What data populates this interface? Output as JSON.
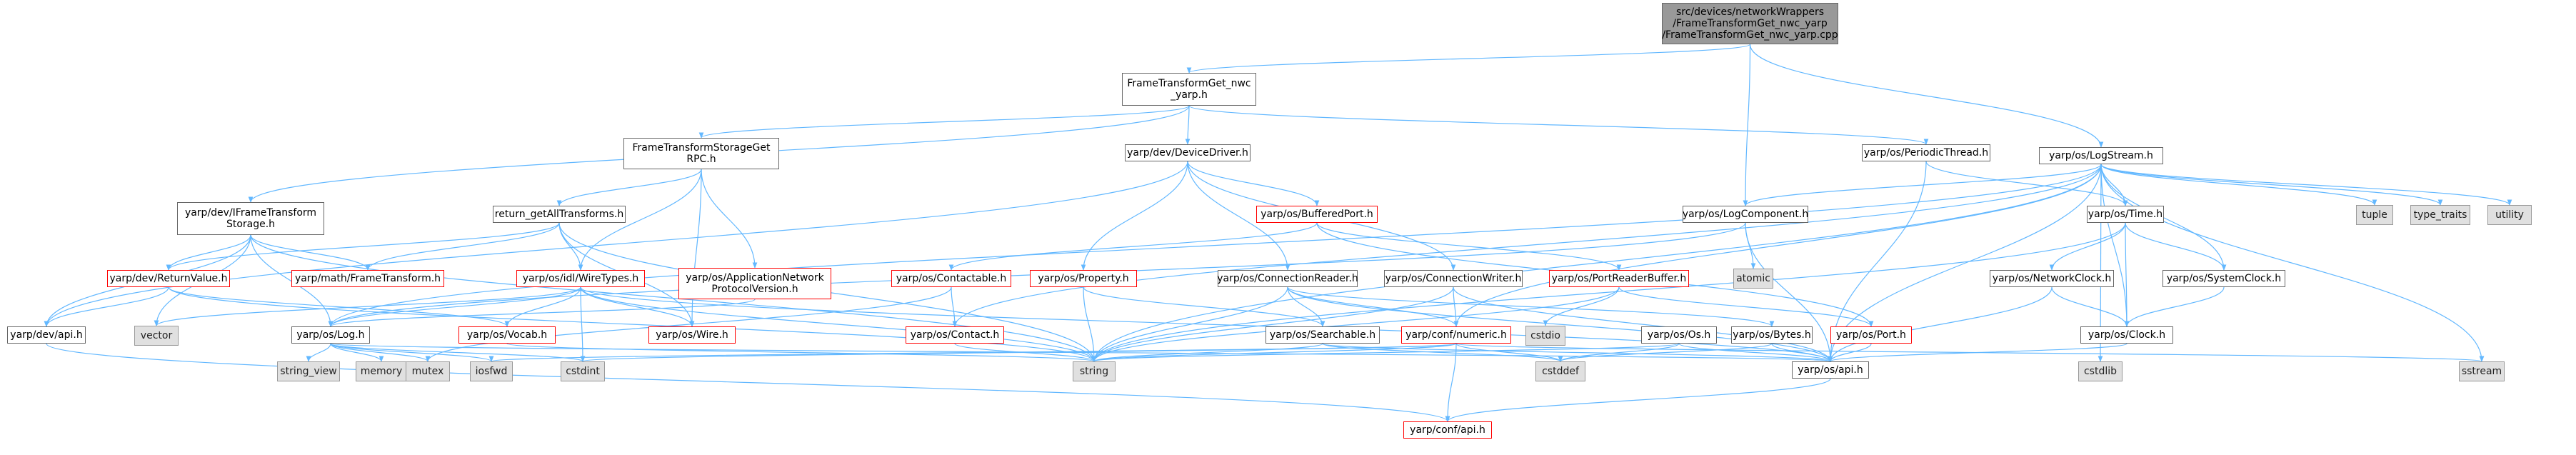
{
  "diagram": {
    "nodes": [
      {
        "id": "root",
        "label": "src/devices/networkWrappers\n/FrameTransformGet_nwc_yarp\n/FrameTransformGet_nwc_yarp.cpp",
        "style": "root"
      },
      {
        "id": "ftg_h",
        "label": "FrameTransformGet_nwc\n_yarp.h",
        "style": "normal"
      },
      {
        "id": "ftsg_rpc",
        "label": "FrameTransformStorageGet\nRPC.h",
        "style": "normal"
      },
      {
        "id": "devicedriver",
        "label": "yarp/dev/DeviceDriver.h",
        "style": "normal"
      },
      {
        "id": "periodicthread",
        "label": "yarp/os/PeriodicThread.h",
        "style": "normal"
      },
      {
        "id": "logstream",
        "label": "yarp/os/LogStream.h",
        "style": "normal"
      },
      {
        "id": "iftstorage",
        "label": "yarp/dev/IFrameTransform\nStorage.h",
        "style": "normal"
      },
      {
        "id": "return_getall",
        "label": "return_getAllTransforms.h",
        "style": "normal"
      },
      {
        "id": "bufferedport",
        "label": "yarp/os/BufferedPort.h",
        "style": "missing"
      },
      {
        "id": "logcomponent",
        "label": "yarp/os/LogComponent.h",
        "style": "normal"
      },
      {
        "id": "time",
        "label": "yarp/os/Time.h",
        "style": "normal"
      },
      {
        "id": "tuple",
        "label": "tuple",
        "style": "sys"
      },
      {
        "id": "type_traits",
        "label": "type_traits",
        "style": "sys"
      },
      {
        "id": "utility",
        "label": "utility",
        "style": "sys"
      },
      {
        "id": "returnvalue",
        "label": "yarp/dev/ReturnValue.h",
        "style": "missing"
      },
      {
        "id": "frametransform",
        "label": "yarp/math/FrameTransform.h",
        "style": "missing"
      },
      {
        "id": "wiretypes",
        "label": "yarp/os/idl/WireTypes.h",
        "style": "missing"
      },
      {
        "id": "appnetproto",
        "label": "yarp/os/ApplicationNetwork\nProtocolVersion.h",
        "style": "missing"
      },
      {
        "id": "contactable",
        "label": "yarp/os/Contactable.h",
        "style": "missing"
      },
      {
        "id": "property",
        "label": "yarp/os/Property.h",
        "style": "missing"
      },
      {
        "id": "connreader",
        "label": "yarp/os/ConnectionReader.h",
        "style": "normal"
      },
      {
        "id": "connwriter",
        "label": "yarp/os/ConnectionWriter.h",
        "style": "normal"
      },
      {
        "id": "portreaderbuffer",
        "label": "yarp/os/PortReaderBuffer.h",
        "style": "missing"
      },
      {
        "id": "atomic",
        "label": "atomic",
        "style": "sys"
      },
      {
        "id": "networkclock",
        "label": "yarp/os/NetworkClock.h",
        "style": "normal"
      },
      {
        "id": "systemclock",
        "label": "yarp/os/SystemClock.h",
        "style": "normal"
      },
      {
        "id": "devapi",
        "label": "yarp/dev/api.h",
        "style": "normal"
      },
      {
        "id": "vector",
        "label": "vector",
        "style": "sys"
      },
      {
        "id": "log",
        "label": "yarp/os/Log.h",
        "style": "normal"
      },
      {
        "id": "vocab",
        "label": "yarp/os/Vocab.h",
        "style": "missing"
      },
      {
        "id": "wire",
        "label": "yarp/os/Wire.h",
        "style": "missing"
      },
      {
        "id": "contact",
        "label": "yarp/os/Contact.h",
        "style": "missing"
      },
      {
        "id": "searchable",
        "label": "yarp/os/Searchable.h",
        "style": "normal"
      },
      {
        "id": "numeric",
        "label": "yarp/conf/numeric.h",
        "style": "missing"
      },
      {
        "id": "cstdio",
        "label": "cstdio",
        "style": "sys"
      },
      {
        "id": "os",
        "label": "yarp/os/Os.h",
        "style": "normal"
      },
      {
        "id": "bytes",
        "label": "yarp/os/Bytes.h",
        "style": "normal"
      },
      {
        "id": "port",
        "label": "yarp/os/Port.h",
        "style": "missing"
      },
      {
        "id": "clock",
        "label": "yarp/os/Clock.h",
        "style": "normal"
      },
      {
        "id": "string_view",
        "label": "string_view",
        "style": "sys"
      },
      {
        "id": "memory",
        "label": "memory",
        "style": "sys"
      },
      {
        "id": "mutex",
        "label": "mutex",
        "style": "sys"
      },
      {
        "id": "iosfwd",
        "label": "iosfwd",
        "style": "sys"
      },
      {
        "id": "cstdint",
        "label": "cstdint",
        "style": "sys"
      },
      {
        "id": "string",
        "label": "string",
        "style": "sys"
      },
      {
        "id": "cstddef",
        "label": "cstddef",
        "style": "sys"
      },
      {
        "id": "osapi",
        "label": "yarp/os/api.h",
        "style": "normal"
      },
      {
        "id": "cstdlib",
        "label": "cstdlib",
        "style": "sys"
      },
      {
        "id": "sstream",
        "label": "sstream",
        "style": "sys"
      },
      {
        "id": "confapi",
        "label": "yarp/conf/api.h",
        "style": "missing"
      }
    ],
    "edges": [
      [
        "root",
        "ftg_h"
      ],
      [
        "root",
        "logcomponent"
      ],
      [
        "root",
        "logstream"
      ],
      [
        "ftg_h",
        "ftsg_rpc"
      ],
      [
        "ftg_h",
        "devicedriver"
      ],
      [
        "ftg_h",
        "periodicthread"
      ],
      [
        "ftg_h",
        "iftstorage"
      ],
      [
        "ftsg_rpc",
        "return_getall"
      ],
      [
        "ftsg_rpc",
        "wiretypes"
      ],
      [
        "ftsg_rpc",
        "appnetproto"
      ],
      [
        "ftsg_rpc",
        "wire"
      ],
      [
        "devicedriver",
        "bufferedport"
      ],
      [
        "devicedriver",
        "property"
      ],
      [
        "devicedriver",
        "connreader"
      ],
      [
        "devicedriver",
        "connwriter"
      ],
      [
        "devicedriver",
        "devapi"
      ],
      [
        "periodicthread",
        "time"
      ],
      [
        "periodicthread",
        "osapi"
      ],
      [
        "logstream",
        "logcomponent"
      ],
      [
        "logstream",
        "time"
      ],
      [
        "logstream",
        "tuple"
      ],
      [
        "logstream",
        "type_traits"
      ],
      [
        "logstream",
        "utility"
      ],
      [
        "logstream",
        "systemclock"
      ],
      [
        "logstream",
        "clock"
      ],
      [
        "logstream",
        "osapi"
      ],
      [
        "logstream",
        "cstdlib"
      ],
      [
        "logstream",
        "sstream"
      ],
      [
        "logstream",
        "log"
      ],
      [
        "logstream",
        "string"
      ],
      [
        "logstream",
        "contact"
      ],
      [
        "logstream",
        "numeric"
      ],
      [
        "iftstorage",
        "returnvalue"
      ],
      [
        "iftstorage",
        "frametransform"
      ],
      [
        "iftstorage",
        "devapi"
      ],
      [
        "iftstorage",
        "log"
      ],
      [
        "iftstorage",
        "vector"
      ],
      [
        "iftstorage",
        "string"
      ],
      [
        "return_getall",
        "returnvalue"
      ],
      [
        "return_getall",
        "frametransform"
      ],
      [
        "return_getall",
        "wiretypes"
      ],
      [
        "return_getall",
        "wire"
      ],
      [
        "return_getall",
        "string"
      ],
      [
        "bufferedport",
        "contactable"
      ],
      [
        "bufferedport",
        "portreaderbuffer"
      ],
      [
        "bufferedport",
        "port"
      ],
      [
        "logcomponent",
        "atomic"
      ],
      [
        "logcomponent",
        "log"
      ],
      [
        "logcomponent",
        "osapi"
      ],
      [
        "time",
        "networkclock"
      ],
      [
        "time",
        "systemclock"
      ],
      [
        "time",
        "clock"
      ],
      [
        "time",
        "string"
      ],
      [
        "returnvalue",
        "devapi"
      ],
      [
        "returnvalue",
        "vocab"
      ],
      [
        "returnvalue",
        "string"
      ],
      [
        "wiretypes",
        "log"
      ],
      [
        "wiretypes",
        "vocab"
      ],
      [
        "wiretypes",
        "wire"
      ],
      [
        "wiretypes",
        "string"
      ],
      [
        "wiretypes",
        "cstdint"
      ],
      [
        "wiretypes",
        "vector"
      ],
      [
        "wiretypes",
        "osapi"
      ],
      [
        "appnetproto",
        "log"
      ],
      [
        "contactable",
        "contact"
      ],
      [
        "contactable",
        "mutex"
      ],
      [
        "property",
        "searchable"
      ],
      [
        "property",
        "string"
      ],
      [
        "connreader",
        "searchable"
      ],
      [
        "connreader",
        "string"
      ],
      [
        "connreader",
        "numeric"
      ],
      [
        "connreader",
        "osapi"
      ],
      [
        "connreader",
        "bytes"
      ],
      [
        "connwriter",
        "numeric"
      ],
      [
        "connwriter",
        "string"
      ],
      [
        "connwriter",
        "osapi"
      ],
      [
        "portreaderbuffer",
        "cstdio"
      ],
      [
        "portreaderbuffer",
        "port"
      ],
      [
        "portreaderbuffer",
        "string"
      ],
      [
        "networkclock",
        "clock"
      ],
      [
        "networkclock",
        "osapi"
      ],
      [
        "systemclock",
        "clock"
      ],
      [
        "devapi",
        "confapi"
      ],
      [
        "log",
        "string_view"
      ],
      [
        "log",
        "memory"
      ],
      [
        "log",
        "mutex"
      ],
      [
        "log",
        "iosfwd"
      ],
      [
        "log",
        "cstdint"
      ],
      [
        "log",
        "osapi"
      ],
      [
        "vocab",
        "string"
      ],
      [
        "contact",
        "string"
      ],
      [
        "searchable",
        "string"
      ],
      [
        "searchable",
        "osapi"
      ],
      [
        "searchable",
        "cstddef"
      ],
      [
        "numeric",
        "confapi"
      ],
      [
        "numeric",
        "string"
      ],
      [
        "numeric",
        "cstddef"
      ],
      [
        "numeric",
        "cstdint"
      ],
      [
        "numeric",
        "iosfwd"
      ],
      [
        "numeric",
        "sstream"
      ],
      [
        "os",
        "osapi"
      ],
      [
        "os",
        "cstddef"
      ],
      [
        "os",
        "string"
      ],
      [
        "bytes",
        "osapi"
      ],
      [
        "bytes",
        "cstddef"
      ],
      [
        "port",
        "osapi"
      ],
      [
        "clock",
        "osapi"
      ],
      [
        "osapi",
        "confapi"
      ]
    ]
  },
  "colors": {
    "edge": "#63b8ff",
    "node_border": "#666666",
    "missing_border": "#ff0000",
    "sys_fill": "#e0e0e0",
    "root_fill": "#999999"
  }
}
